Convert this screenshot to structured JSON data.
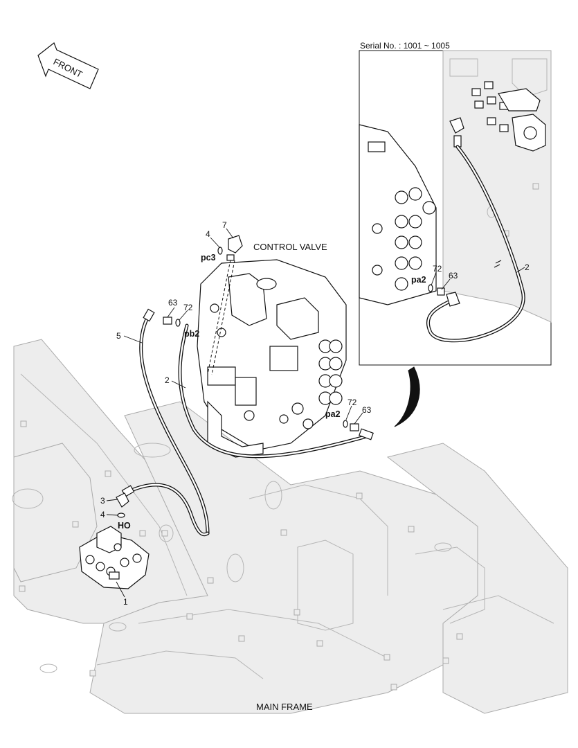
{
  "front_label": "FRONT",
  "inset": {
    "serial": "Serial No. : 1001 ~ 1005",
    "callouts": {
      "pa2": "pa2",
      "n72": "72",
      "n63": "63",
      "n2": "2"
    }
  },
  "labels": {
    "control_valve": "CONTROL VALVE",
    "main_frame": "MAIN FRAME"
  },
  "callouts": {
    "n4_top": "4",
    "n7": "7",
    "pc3": "pc3",
    "n63_left": "63",
    "n72_left": "72",
    "pb2": "pb2",
    "n5": "5",
    "n2": "2",
    "n72_right": "72",
    "n63_right": "63",
    "pa2": "pa2",
    "n3": "3",
    "n4_bottom": "4",
    "ho": "HO",
    "n1": "1"
  }
}
